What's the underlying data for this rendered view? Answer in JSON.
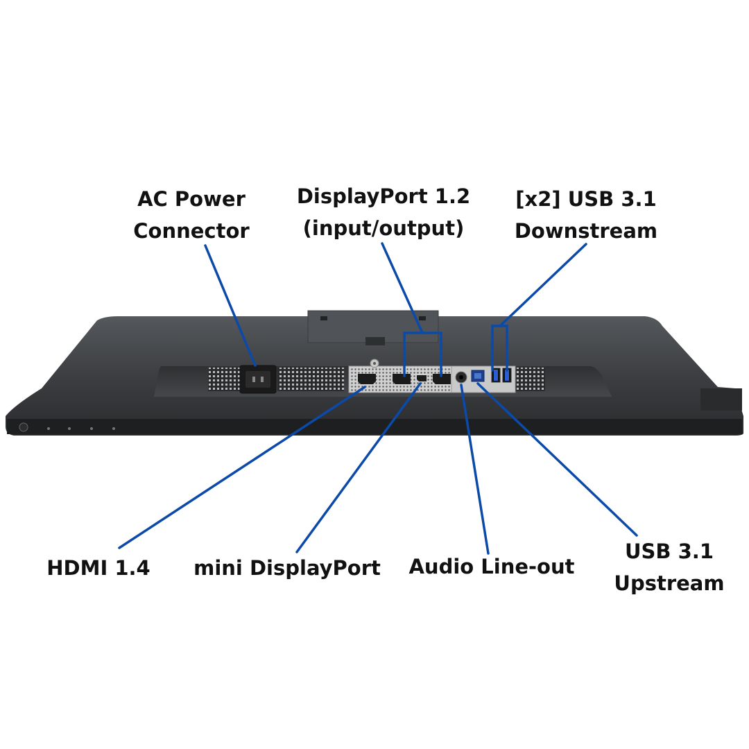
{
  "labels": {
    "ac_power": {
      "line1": "AC Power",
      "line2": "Connector"
    },
    "displayport": {
      "line1": "DisplayPort  1.2",
      "line2": "(input/output)"
    },
    "usb_downstream": {
      "line1": "[x2] USB 3.1",
      "line2": "Downstream"
    },
    "hdmi": {
      "line1": "HDMI 1.4"
    },
    "mini_displayport": {
      "line1": "mini DisplayPort"
    },
    "audio_line_out": {
      "line1": "Audio Line-out"
    },
    "usb_upstream": {
      "line1": "USB 3.1",
      "line2": "Upstream"
    }
  },
  "colors": {
    "leader_line": "#0b4aa8",
    "monitor_body": "#3a3c3f",
    "monitor_bezel": "#1e1f21",
    "port_panel": "#c9c9c9",
    "label_text": "#111111"
  },
  "icons": {
    "monitor": "monitor-rear-panel-illustration",
    "hdmi_port": "hdmi-port-icon",
    "displayport_port": "displayport-port-icon",
    "mini_displayport_port": "mini-displayport-port-icon",
    "audio_port": "audio-jack-icon",
    "usb_b_port": "usb-b-port-icon",
    "usb_a_port": "usb-a-port-icon",
    "power_port": "ac-power-port-icon"
  }
}
